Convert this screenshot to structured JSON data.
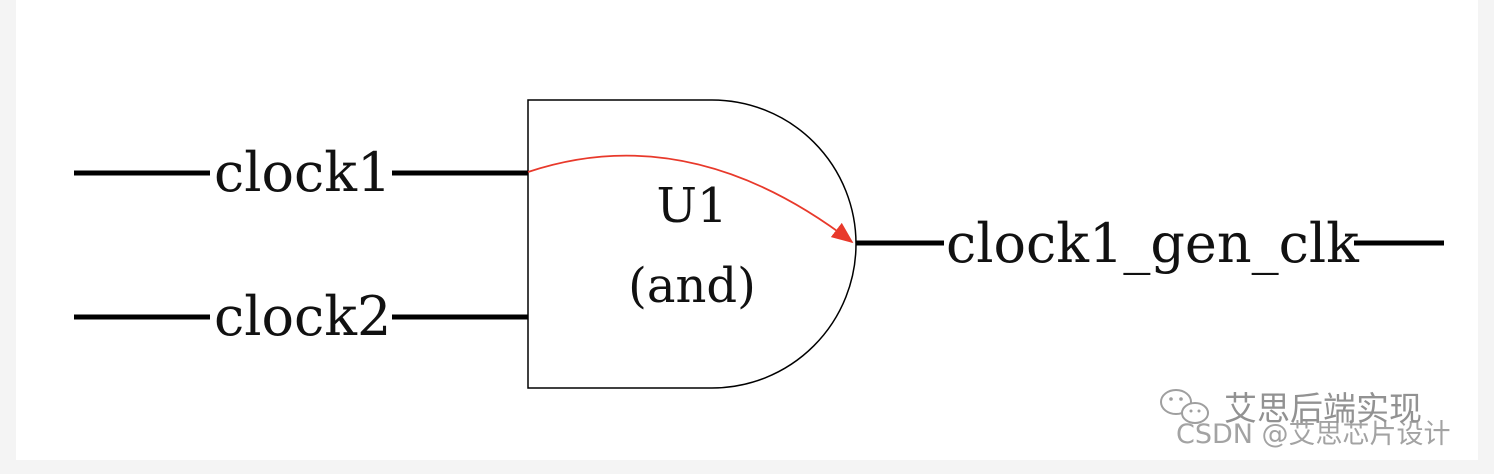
{
  "diagram": {
    "inputs": [
      {
        "name": "clock1"
      },
      {
        "name": "clock2"
      }
    ],
    "gate": {
      "instance": "U1",
      "type": "(and)"
    },
    "output": {
      "name": "clock1_gen_clk"
    }
  },
  "colors": {
    "wire": "#000000",
    "gate_outline": "#000000",
    "timing_arc": "#e8392b",
    "watermark": "#8d8d8d"
  },
  "watermark": {
    "account": "艾思后端实现",
    "source": "CSDN @艾思芯片设计",
    "icon": "wechat-icon"
  }
}
